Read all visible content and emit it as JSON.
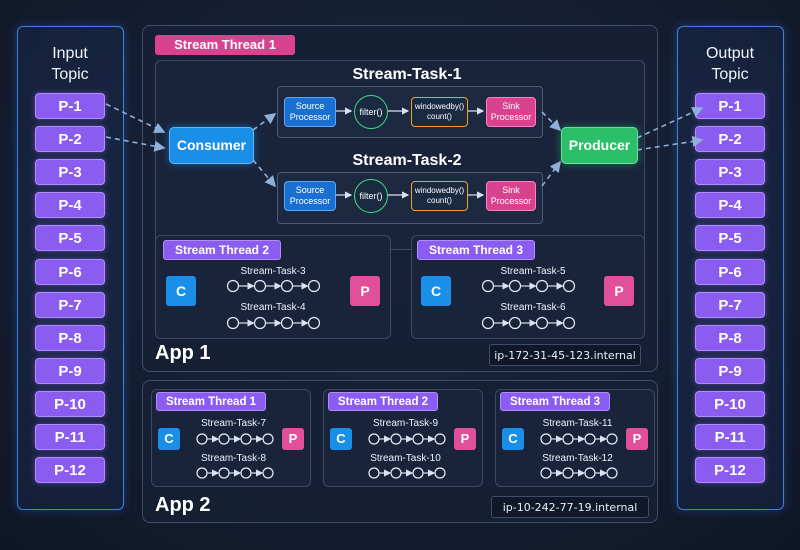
{
  "input_topic": {
    "title": "Input\nTopic",
    "partitions": [
      "P-1",
      "P-2",
      "P-3",
      "P-4",
      "P-5",
      "P-6",
      "P-7",
      "P-8",
      "P-9",
      "P-10",
      "P-11",
      "P-12"
    ]
  },
  "output_topic": {
    "title": "Output\nTopic",
    "partitions": [
      "P-1",
      "P-2",
      "P-3",
      "P-4",
      "P-5",
      "P-6",
      "P-7",
      "P-8",
      "P-9",
      "P-10",
      "P-11",
      "P-12"
    ]
  },
  "app1": {
    "label": "App 1",
    "host": "ip-172-31-45-123.internal",
    "thread1": {
      "label": "Stream Thread 1",
      "consumer": "Consumer",
      "producer": "Producer",
      "tasks": [
        {
          "title": "Stream-Task-1",
          "source": "Source\nProcessor",
          "filter": "filter()",
          "window": "windowedby()\ncount()",
          "sink": "Sink\nProcessor"
        },
        {
          "title": "Stream-Task-2",
          "source": "Source\nProcessor",
          "filter": "filter()",
          "window": "windowedby()\ncount()",
          "sink": "Sink\nProcessor"
        }
      ]
    },
    "thread2": {
      "label": "Stream Thread 2",
      "c": "C",
      "p": "P",
      "tasks": [
        "Stream-Task-3",
        "Stream-Task-4"
      ]
    },
    "thread3": {
      "label": "Stream Thread 3",
      "c": "C",
      "p": "P",
      "tasks": [
        "Stream-Task-5",
        "Stream-Task-6"
      ]
    }
  },
  "app2": {
    "label": "App 2",
    "host": "ip-10-242-77-19.internal",
    "threads": [
      {
        "label": "Stream Thread 1",
        "c": "C",
        "p": "P",
        "tasks": [
          "Stream-Task-7",
          "Stream-Task-8"
        ]
      },
      {
        "label": "Stream Thread 2",
        "c": "C",
        "p": "P",
        "tasks": [
          "Stream-Task-9",
          "Stream-Task-10"
        ]
      },
      {
        "label": "Stream Thread 3",
        "c": "C",
        "p": "P",
        "tasks": [
          "Stream-Task-11",
          "Stream-Task-12"
        ]
      }
    ]
  },
  "colors": {
    "partition": "#8a5cf0",
    "consumer": "#1a8fe8",
    "producer": "#2bbf6a",
    "thread_label_pink": "#d8428e",
    "thread_label_purple": "#8a5cf0",
    "arrow": "#8fb0d8"
  }
}
